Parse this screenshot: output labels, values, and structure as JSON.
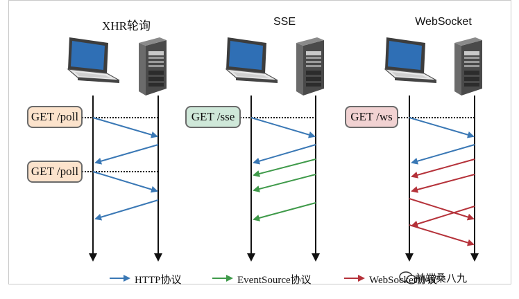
{
  "columns": [
    {
      "title": "XHR轮询",
      "request_label": "GET /poll",
      "second_request_label": "GET /poll"
    },
    {
      "title": "SSE",
      "request_label": "GET /sse"
    },
    {
      "title": "WebSocket",
      "request_label": "GET /ws"
    }
  ],
  "tag_colors": {
    "poll": "#fce3cc",
    "sse": "#cfe8d9",
    "ws": "#f1d2d2"
  },
  "legend": [
    {
      "label": "HTTP协议",
      "color": "#3a78b5"
    },
    {
      "label": "EventSource协议",
      "color": "#3f9a4a"
    },
    {
      "label": "WebSocket协议",
      "color": "#b5323a"
    }
  ],
  "watermark": "前端桑八九",
  "icons": [
    "laptop-icon",
    "server-icon",
    "wechat-logo-icon"
  ]
}
